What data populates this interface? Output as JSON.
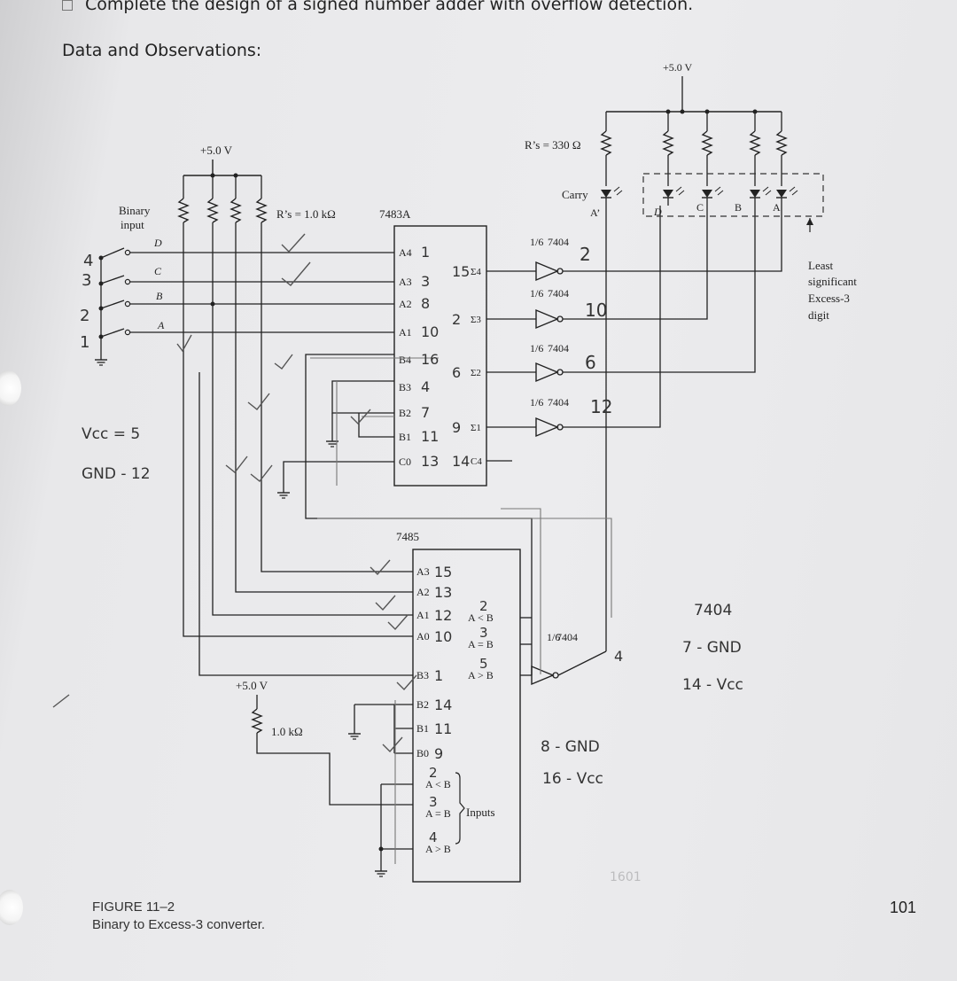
{
  "page": {
    "task_text": "Complete the design of a signed number adder with overflow detection.",
    "heading": "Data and Observations:",
    "page_number": "101",
    "caption_line1": "FIGURE 11–2",
    "caption_line2": "Binary to Excess-3 converter."
  },
  "schematic": {
    "supply_left": "+5.0 V",
    "supply_right": "+5.0 V",
    "supply_bottom": "+5.0 V",
    "resistors_input": "R’s = 1.0 kΩ",
    "resistors_led": "R’s = 330 Ω",
    "resistor_bottom": "1.0 kΩ",
    "binary_input_line1": "Binary",
    "binary_input_line2": "input",
    "switch_labels": [
      "D",
      "C",
      "B",
      "A"
    ],
    "adder_chip": "7483A",
    "adder_pins_left": [
      "A4",
      "A3",
      "A2",
      "A1",
      "B4",
      "B3",
      "B2",
      "B1",
      "C0"
    ],
    "adder_pins_right": [
      "Σ4",
      "Σ3",
      "Σ2",
      "Σ1",
      "C4"
    ],
    "comparator_chip": "7485",
    "comparator_pins_left": [
      "A3",
      "A2",
      "A1",
      "A0",
      "B3",
      "B2",
      "B1",
      "B0"
    ],
    "comparator_cascade": [
      "A < B",
      "A = B",
      "A > B"
    ],
    "comparator_outputs": [
      "A < B",
      "A = B",
      "A > B"
    ],
    "cascade_label": "Inputs",
    "inverter_label": "7404",
    "inverter_fraction": "1/6",
    "carry_label": "Carry",
    "carry_sub": "A’",
    "led_labels": [
      "D",
      "C",
      "B",
      "A"
    ],
    "lsd_line1": "Least",
    "lsd_line2": "significant",
    "lsd_line3": "Excess-3",
    "lsd_line4": "digit"
  },
  "handwriting": {
    "adder_pins_left": [
      "1",
      "3",
      "8",
      "10",
      "16",
      "4",
      "7",
      "11",
      "13"
    ],
    "adder_pins_right": [
      "15",
      "2",
      "6",
      "9",
      "14"
    ],
    "comparator_pins_left": [
      "15",
      "13",
      "12",
      "10",
      "1",
      "14",
      "11",
      "9"
    ],
    "comparator_cascade": [
      "2",
      "3",
      "4"
    ],
    "comparator_outputs": [
      "2",
      "3",
      "5"
    ],
    "inverter_pins": [
      "2",
      "10",
      "6",
      "12"
    ],
    "inverter5_pin": "4",
    "switch_numbers": [
      "4",
      "3",
      "2",
      "1"
    ],
    "vcc_note": "Vcc = 5",
    "gnd_note": "GND - 12",
    "chip_7404": "7404",
    "gnd_7404": "7 - GND",
    "vcc_7404": "14 - Vcc",
    "gnd_7485": "8 - GND",
    "vcc_7485": "16 - Vcc",
    "faint_mark": "1601"
  }
}
